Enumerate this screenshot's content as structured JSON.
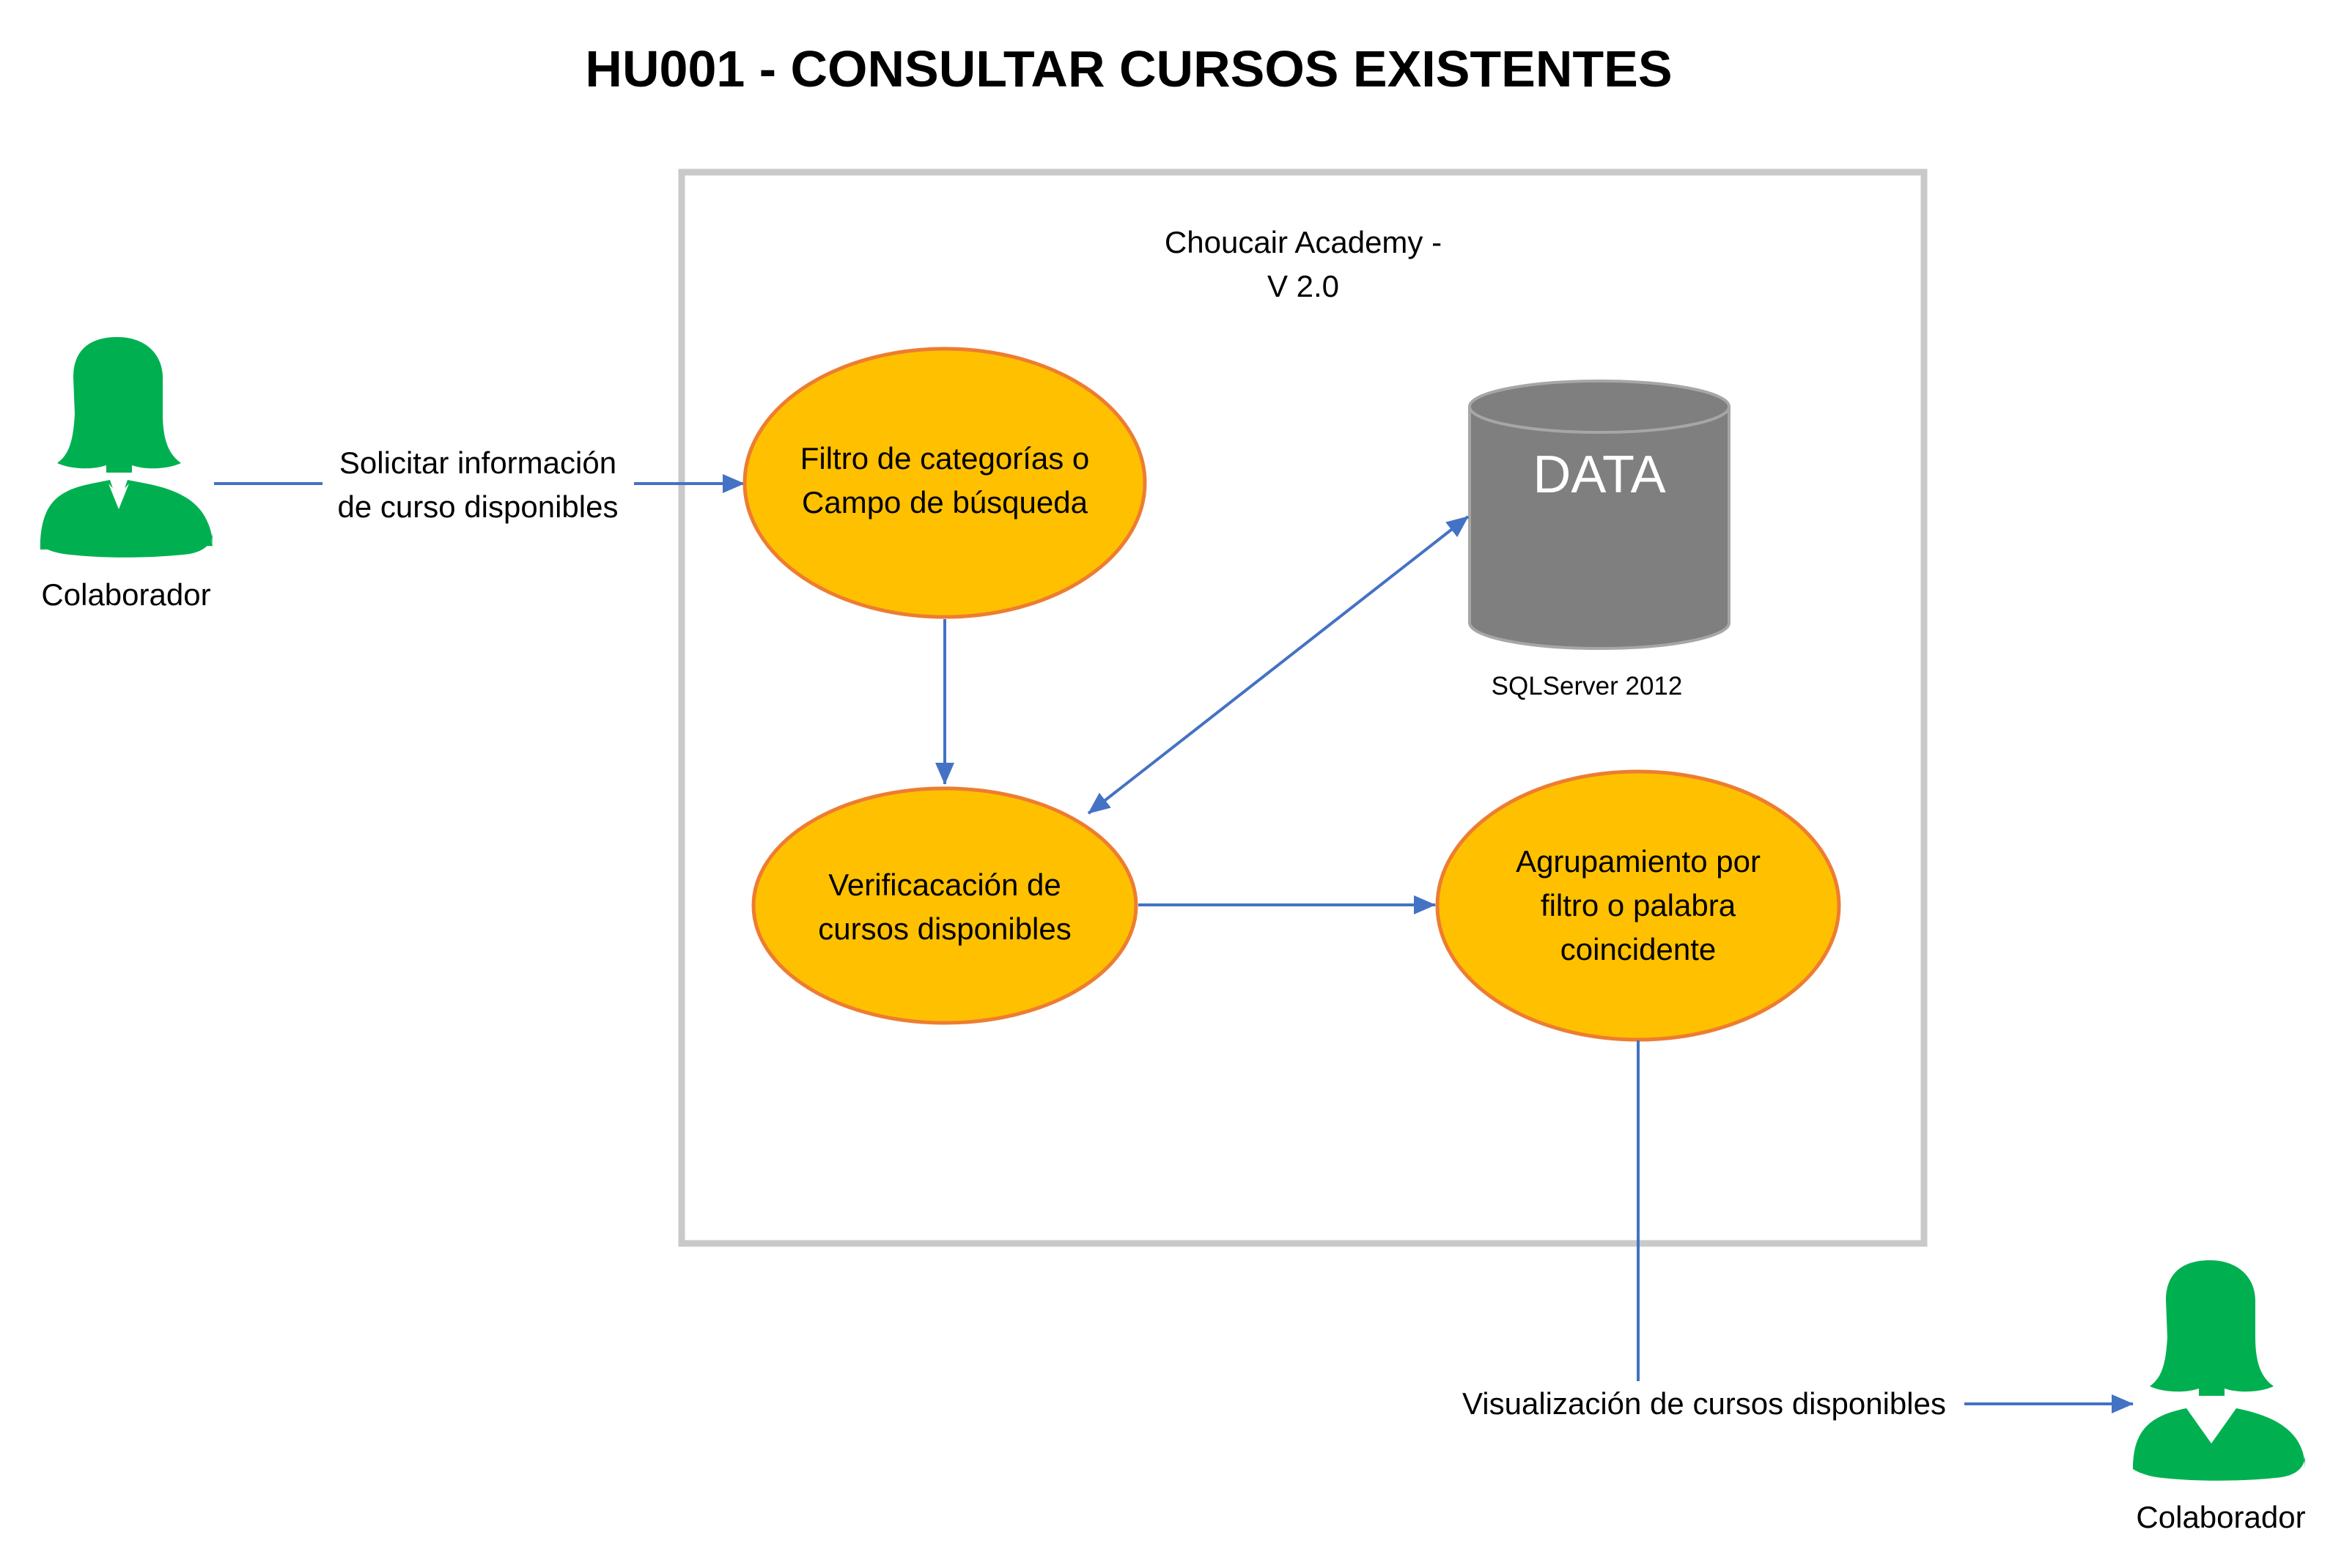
{
  "title": "HU001 - CONSULTAR CURSOS EXISTENTES",
  "system": {
    "label_line1": "Choucair Academy -",
    "label_line2": "V 2.0"
  },
  "actors": {
    "left": {
      "label": "Colaborador"
    },
    "right": {
      "label": "Colaborador"
    }
  },
  "processes": {
    "filter": {
      "line1": "Filtro de categorías o",
      "line2": "Campo de búsqueda"
    },
    "verify": {
      "line1": "Verificacación de",
      "line2": "cursos disponibles"
    },
    "group": {
      "line1": "Agrupamiento por",
      "line2": "filtro o palabra",
      "line3": "coincidente"
    }
  },
  "datastore": {
    "label": "DATA",
    "caption": "SQLServer 2012"
  },
  "flows": {
    "request": {
      "line1": "Solicitar información",
      "line2": "de curso disponibles"
    },
    "display": {
      "label": "Visualización de cursos disponibles"
    }
  },
  "colors": {
    "process_fill": "#FFC000",
    "process_stroke": "#ED7D31",
    "actor_fill": "#00B050",
    "datastore_fill": "#7F7F7F",
    "datastore_stroke": "#A6A6A6",
    "arrow": "#4472C4",
    "boundary": "#C9C9C9"
  },
  "icons": {
    "actor": "user-female-icon",
    "datastore": "database-cylinder-icon"
  }
}
